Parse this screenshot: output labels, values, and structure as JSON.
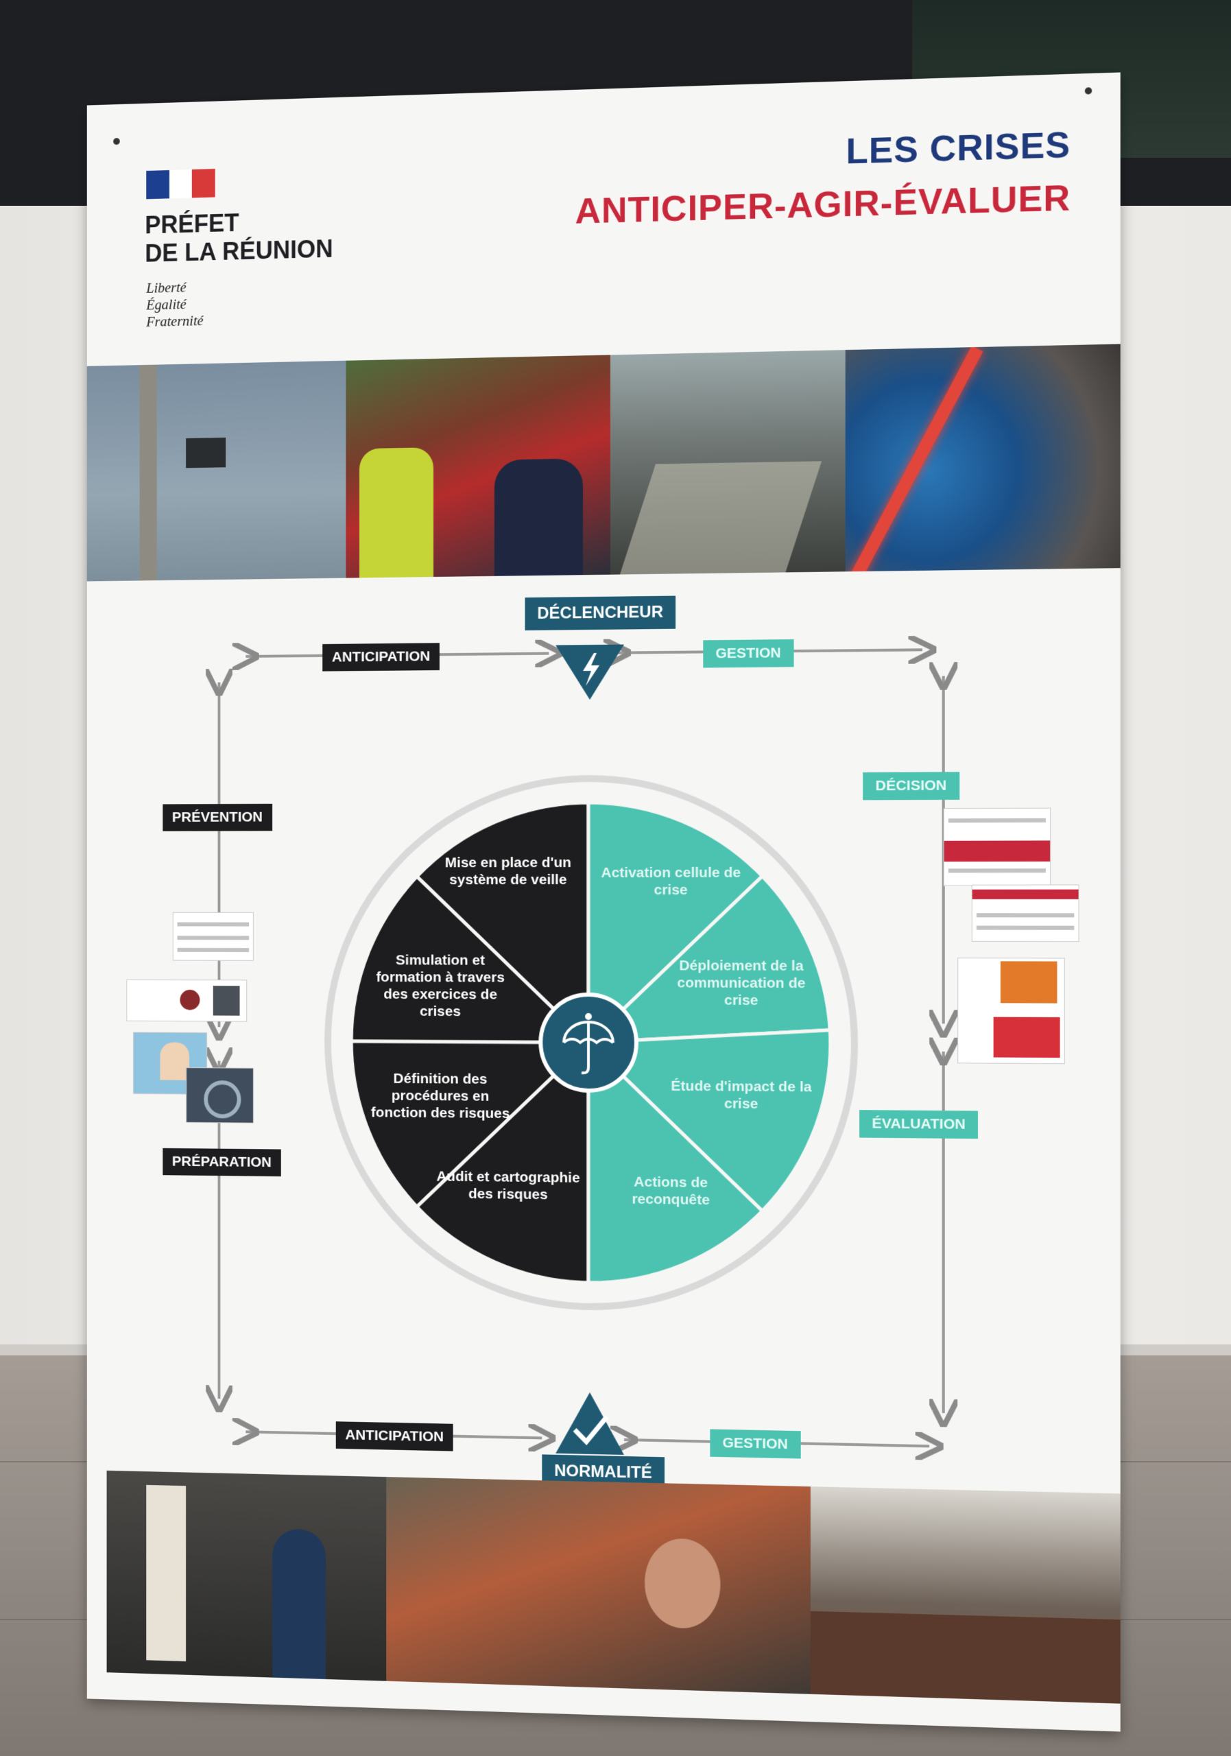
{
  "header": {
    "brand_line1": "PRÉFET",
    "brand_line2": "DE LA RÉUNION",
    "motto": [
      "Liberté",
      "Égalité",
      "Fraternité"
    ],
    "title": "LES CRISES",
    "subtitle": "ANTICIPER-AGIR-ÉVALUER"
  },
  "colors": {
    "navy": "#1f3a7a",
    "red": "#c8283b",
    "teal": "#4cc3b1",
    "dark": "#1d1d1f",
    "marker": "#1f5a72"
  },
  "diagram": {
    "trigger_label": "DÉCLENCHEUR",
    "normal_label": "NORMALITÉ",
    "trigger_icon": "lightning-icon",
    "normal_icon": "checkmark-icon",
    "center_icon": "umbrella-icon",
    "top_left_label": "ANTICIPATION",
    "top_right_label": "GESTION",
    "bottom_left_label": "ANTICIPATION",
    "bottom_right_label": "GESTION",
    "left_upper_label": "PRÉVENTION",
    "left_lower_label": "PRÉPARATION",
    "right_upper_label": "DÉCISION",
    "right_lower_label": "ÉVALUATION",
    "dark_segments": [
      "Mise en place d'un système de veille",
      "Simulation et formation à travers des exercices de crises",
      "Définition des procédures en fonction des risques",
      "Audit et cartographie des risques"
    ],
    "teal_segments": [
      "Activation cellule de crise",
      "Déploiement de la communication de crise",
      "Étude d'impact de la crise",
      "Actions de reconquête"
    ]
  }
}
